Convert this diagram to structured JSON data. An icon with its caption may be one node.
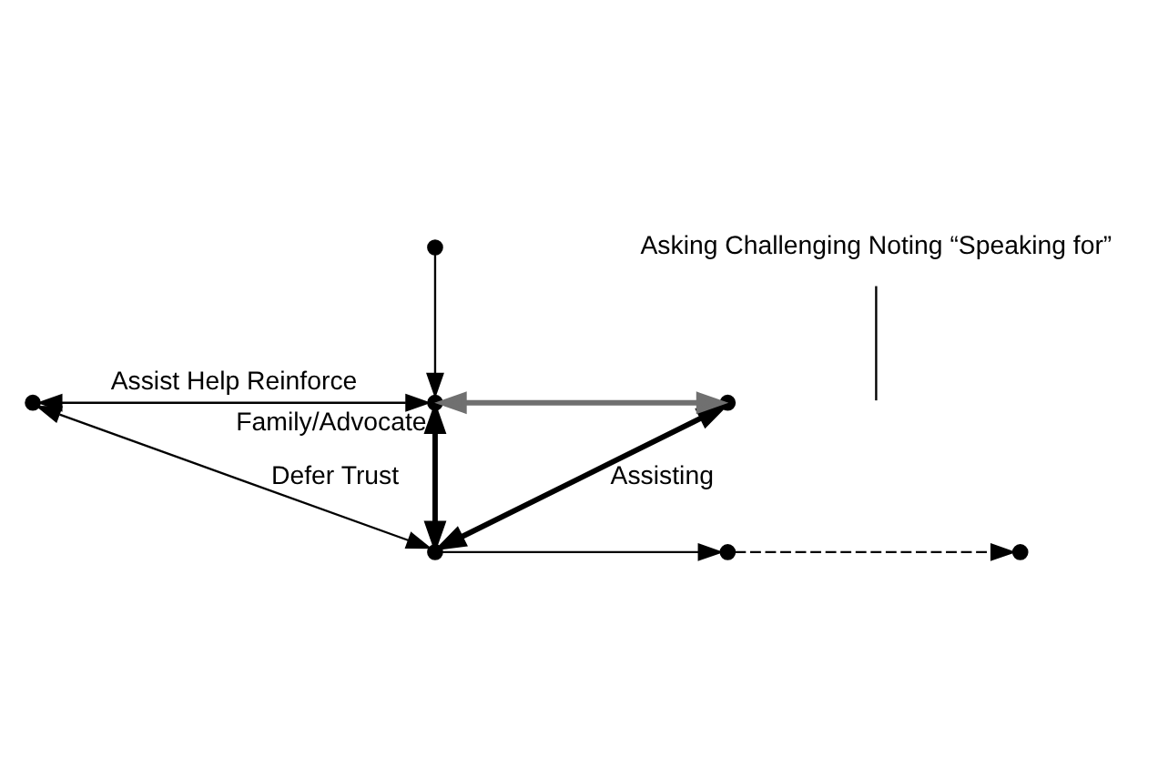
{
  "diagram": {
    "nodes": [
      {
        "text": [],
        "shape": "circle"
      },
      {
        "text": [],
        "shape": "circle"
      },
      {
        "text": [],
        "shape": "circle"
      },
      {
        "text": [],
        "shape": "circle"
      },
      {
        "text": [],
        "shape": "circle"
      },
      {
        "text": [],
        "shape": "circle",
        "beside": [
          "Family/Advocate"
        ]
      },
      {
        "text": [],
        "shape": "circle"
      },
      {
        "text": [
          "Asking Challenging Noting “Speaking for”"
        ]
      }
    ],
    "edges": [
      {
        "from": 0,
        "to": 5,
        "arrow": "to"
      },
      {
        "from": 1,
        "to": 2,
        "arrow": "to"
      },
      {
        "from": 2,
        "to": 3,
        "arrow": "to",
        "style": "dashed"
      },
      {
        "from": 4,
        "to": 1,
        "arrow": "both",
        "label": "Defer Trust"
      },
      {
        "from": 4,
        "to": 5,
        "arrow": "both",
        "label": "Assist Help Reinforce"
      },
      {
        "from": 1,
        "to": 5,
        "arrow": "both",
        "style": "thick"
      },
      {
        "from": 1,
        "to": 6,
        "arrow": "both",
        "style": "thick",
        "label": "Assisting"
      },
      {
        "from": 5,
        "to": 6,
        "arrow": "both",
        "style": "thick",
        "color": "#707070"
      },
      {
        "from": 7,
        "to": null,
        "arrow": "none"
      }
    ]
  }
}
